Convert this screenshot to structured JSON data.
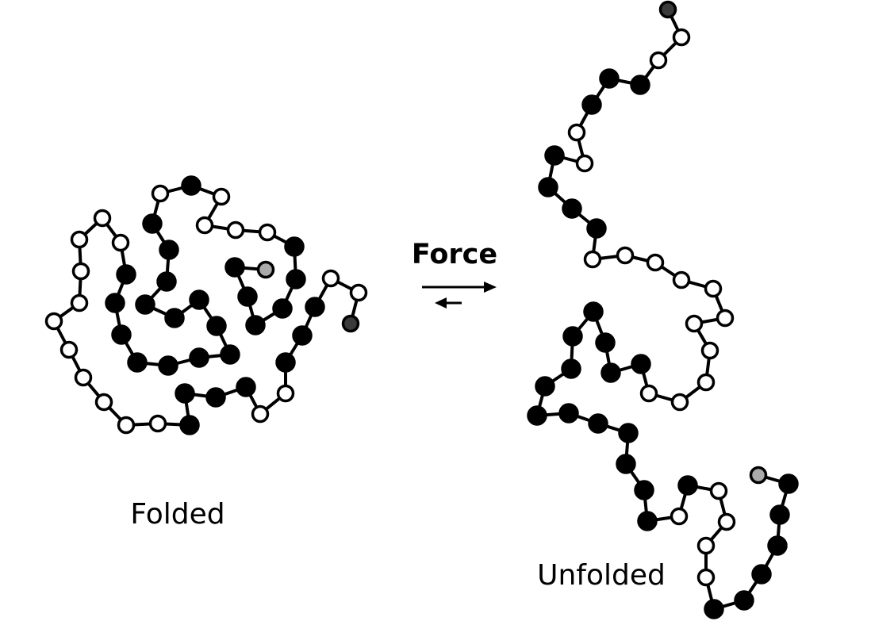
{
  "labels": {
    "folded": "Folded",
    "unfolded": "Unfolded",
    "force": "Force"
  },
  "colors": {
    "black": "#000000",
    "white": "#ffffff",
    "light_gray": "#aaaaaa",
    "dark_gray": "#3a3a3a"
  },
  "legend_bead_types": [
    "black",
    "white",
    "light_gray",
    "dark_gray"
  ]
}
